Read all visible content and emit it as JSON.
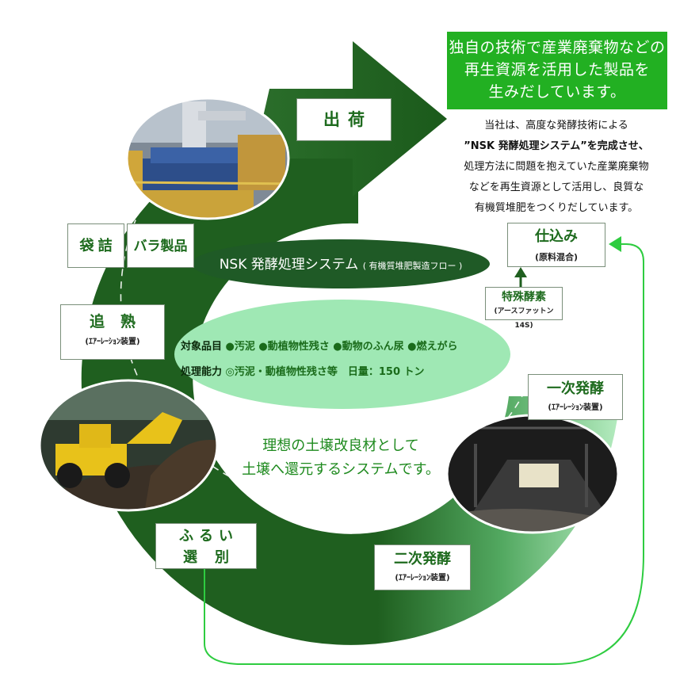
{
  "headline": {
    "lines": [
      "独自の技術で産業廃棄物などの",
      "再生資源を活用した製品を",
      "生みだしています。"
    ]
  },
  "description": {
    "lines": [
      "当社は、高度な発酵技術による",
      "”NSK 発酵処理システム”を完成させ、",
      "処理方法に問題を抱えていた産業廃棄物",
      "などを再生資源として活用し、良質な",
      "有機質堆肥をつくりだしています。"
    ]
  },
  "system": {
    "title": "NSK 発酵処理システム",
    "subtitle": "( 有機質堆肥製造フロー )"
  },
  "targets": {
    "label": "対象品目",
    "items": "●汚泥 ●動植物性残さ ●動物のふん尿 ●燃えがら"
  },
  "capacity": {
    "label": "処理能力",
    "value": "◎汚泥・動植物性残さ等　日量：150 トン"
  },
  "tagline": {
    "lines": [
      "理想の土壌改良材として",
      "土壌へ還元するシステムです。"
    ]
  },
  "steps": {
    "ship": "出荷",
    "bagging": "袋詰",
    "bulk": "バラ製品",
    "curing": {
      "title": "追熟",
      "sub": "(ｴｱｰﾚｰｼｮﾝ装置)"
    },
    "sieving": {
      "line1": "ふるい",
      "line2": "選別"
    },
    "secondary": {
      "title": "二次発酵",
      "sub": "(ｴｱｰﾚｰｼｮﾝ装置)"
    },
    "primary": {
      "title": "一次発酵",
      "sub": "(ｴｱｰﾚｰｼｮﾝ装置)"
    },
    "preparation": {
      "title": "仕込み",
      "sub": "(原料混合)"
    },
    "additive": {
      "title": "特殊酵素",
      "sub": "(アースファットン 14S)"
    }
  },
  "colors": {
    "ring_dark": "#1f5f1f",
    "ring_light": "#a8e6b0",
    "headline_bg": "#22b022",
    "inner_oval": "#9fe8b4",
    "title_oval": "#1f5a26",
    "loop_line": "#2ecc40"
  }
}
